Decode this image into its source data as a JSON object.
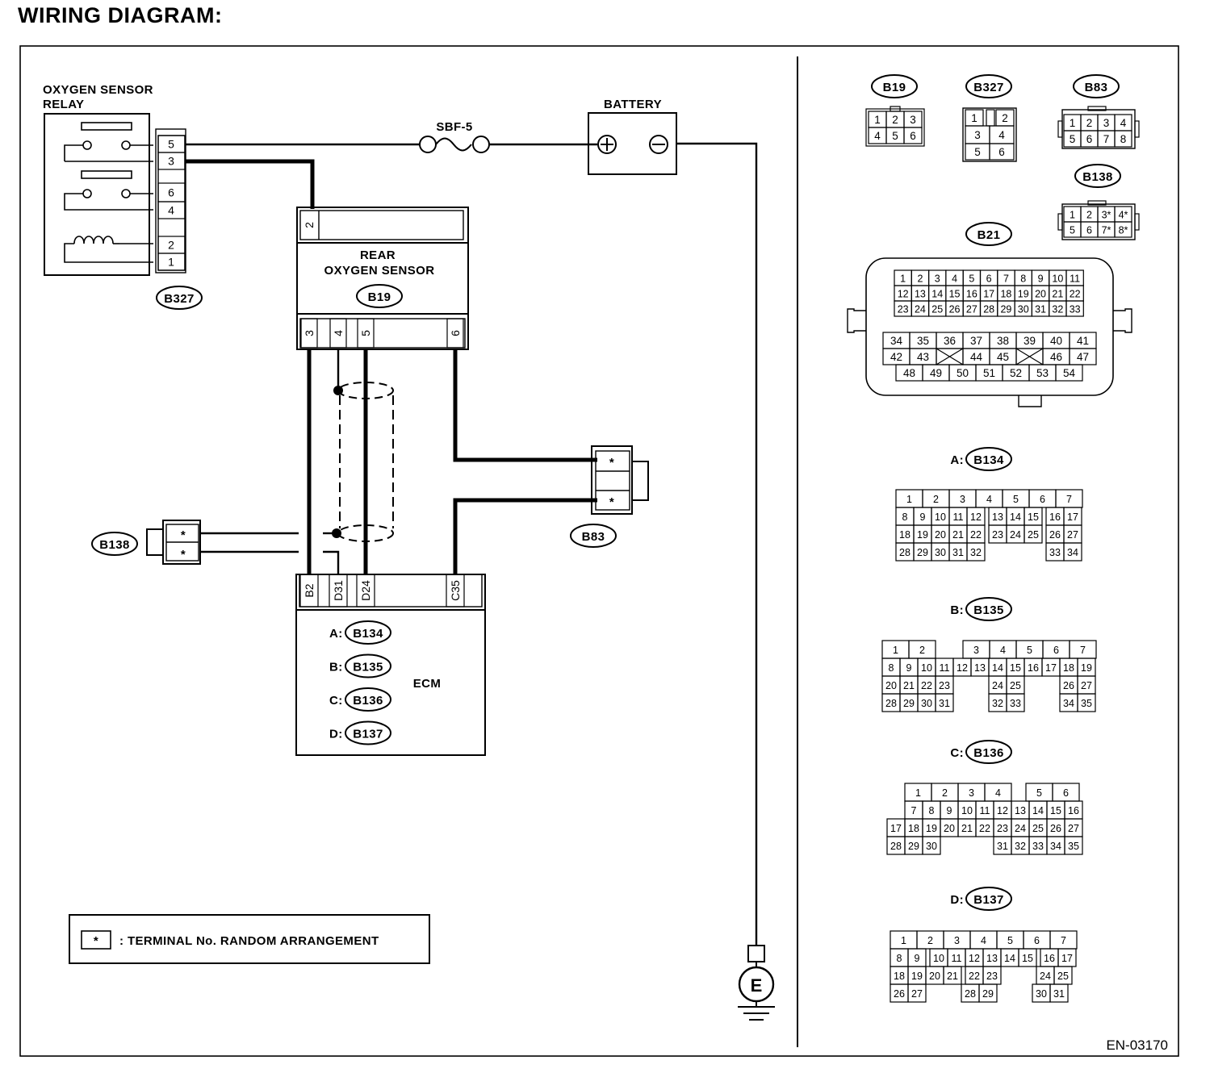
{
  "title": "WIRING DIAGRAM:",
  "doc_code": "EN-03170",
  "legend": {
    "symbol": "*",
    "text": ": TERMINAL No. RANDOM ARRANGEMENT"
  },
  "relay": {
    "label_line1": "OXYGEN SENSOR",
    "label_line2": "RELAY",
    "connector": "B327",
    "pins": [
      "5",
      "3",
      "6",
      "4",
      "2",
      "1"
    ]
  },
  "fuse": {
    "label": "SBF-5"
  },
  "battery": {
    "label": "BATTERY"
  },
  "sensor": {
    "label_line1": "REAR",
    "label_line2": "OXYGEN SENSOR",
    "connector": "B19",
    "top_pin": "2",
    "bottom_pins": [
      "3",
      "4",
      "5",
      "6"
    ]
  },
  "ecm": {
    "label": "ECM",
    "pins": [
      "B2",
      "D31",
      "D24",
      "C35"
    ],
    "connectors": [
      {
        "prefix": "A:",
        "id": "B134"
      },
      {
        "prefix": "B:",
        "id": "B135"
      },
      {
        "prefix": "C:",
        "id": "B136"
      },
      {
        "prefix": "D:",
        "id": "B137"
      }
    ]
  },
  "b83": {
    "id": "B83",
    "pins": [
      "*",
      "*"
    ]
  },
  "b138": {
    "id": "B138",
    "pins": [
      "*",
      "*"
    ]
  },
  "ground": {
    "label": "E"
  },
  "faces": {
    "b19": {
      "id": "B19",
      "rows": [
        [
          "1",
          "2",
          "3"
        ],
        [
          "4",
          "5",
          "6"
        ]
      ]
    },
    "b327": {
      "id": "B327",
      "rows": [
        [
          "1",
          "",
          "2"
        ],
        [
          "3",
          "4"
        ],
        [
          "5",
          "6"
        ]
      ]
    },
    "b83": {
      "id": "B83",
      "rows": [
        [
          "1",
          "2",
          "3",
          "4"
        ],
        [
          "5",
          "6",
          "7",
          "8"
        ]
      ]
    },
    "b138": {
      "id": "B138",
      "rows": [
        [
          "1",
          "2",
          "3*",
          "4*"
        ],
        [
          "5",
          "6",
          "7*",
          "8*"
        ]
      ]
    },
    "b21": {
      "id": "B21",
      "rows": [
        [
          "1",
          "2",
          "3",
          "4",
          "5",
          "6",
          "7",
          "8",
          "9",
          "10",
          "11"
        ],
        [
          "12",
          "13",
          "14",
          "15",
          "16",
          "17",
          "18",
          "19",
          "20",
          "21",
          "22"
        ],
        [
          "23",
          "24",
          "25",
          "26",
          "27",
          "28",
          "29",
          "30",
          "31",
          "32",
          "33"
        ],
        [
          "34",
          "35",
          "36",
          "37",
          "38",
          "39",
          "40",
          "41"
        ],
        [
          "42",
          "43",
          "",
          "44",
          "45",
          "",
          "46",
          "47"
        ],
        [
          "48",
          "49",
          "50",
          "51",
          "52",
          "53",
          "54"
        ]
      ]
    },
    "b134": {
      "prefix": "A:",
      "id": "B134",
      "rows": [
        [
          "1",
          "2",
          "3",
          "4",
          "5",
          "6",
          "7"
        ],
        [
          "8",
          "9",
          "10",
          "11",
          "12",
          "13",
          "14",
          "15",
          "16",
          "17"
        ],
        [
          "18",
          "19",
          "20",
          "21",
          "22",
          "23",
          "24",
          "25",
          "26",
          "27"
        ],
        [
          "28",
          "29",
          "30",
          "31",
          "32",
          "33",
          "34"
        ]
      ]
    },
    "b135": {
      "prefix": "B:",
      "id": "B135",
      "rows": [
        [
          "1",
          "2",
          "3",
          "4",
          "5",
          "6",
          "7"
        ],
        [
          "8",
          "9",
          "10",
          "11",
          "12",
          "13",
          "14",
          "15",
          "16",
          "17",
          "18",
          "19"
        ],
        [
          "20",
          "21",
          "22",
          "23",
          "24",
          "25",
          "26",
          "27"
        ],
        [
          "28",
          "29",
          "30",
          "31",
          "32",
          "33",
          "34",
          "35"
        ]
      ]
    },
    "b136": {
      "prefix": "C:",
      "id": "B136",
      "rows": [
        [
          "1",
          "2",
          "3",
          "4",
          "5",
          "6"
        ],
        [
          "7",
          "8",
          "9",
          "10",
          "11",
          "12",
          "13",
          "14",
          "15",
          "16"
        ],
        [
          "17",
          "18",
          "19",
          "20",
          "21",
          "22",
          "23",
          "24",
          "25",
          "26",
          "27"
        ],
        [
          "28",
          "29",
          "30",
          "31",
          "32",
          "33",
          "34",
          "35"
        ]
      ]
    },
    "b137": {
      "prefix": "D:",
      "id": "B137",
      "rows": [
        [
          "1",
          "2",
          "3",
          "4",
          "5",
          "6",
          "7"
        ],
        [
          "8",
          "9",
          "10",
          "11",
          "12",
          "13",
          "14",
          "15",
          "16",
          "17"
        ],
        [
          "18",
          "19",
          "20",
          "21",
          "22",
          "23",
          "24",
          "25"
        ],
        [
          "26",
          "27",
          "28",
          "29",
          "30",
          "31"
        ]
      ]
    }
  }
}
